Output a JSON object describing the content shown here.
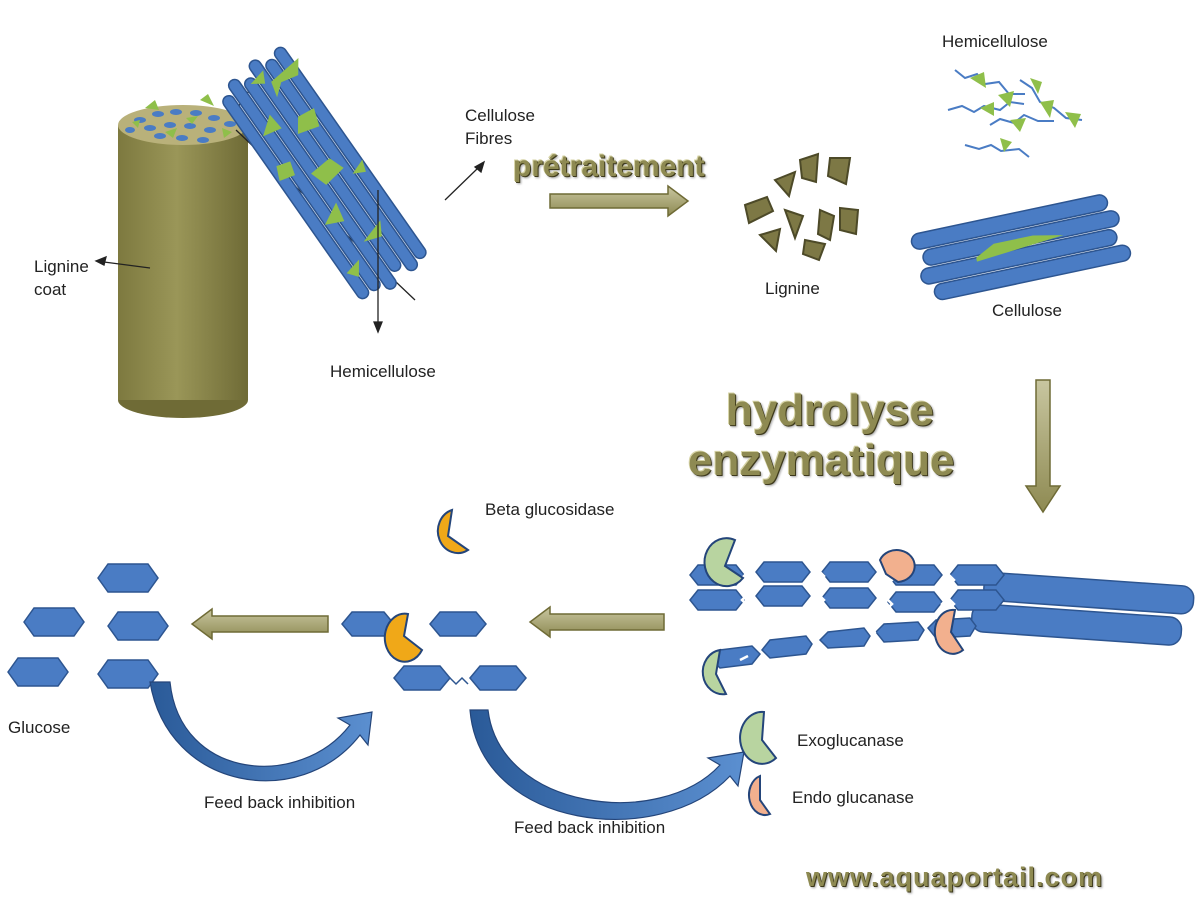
{
  "labels": {
    "lignine_coat_l1": "Lignine",
    "lignine_coat_l2": "coat",
    "cellulose_fibres_l1": "Cellulose",
    "cellulose_fibres_l2": "Fibres",
    "hemicellulose_bottom": "Hemicellulose",
    "hemicellulose_top": "Hemicellulose",
    "lignine": "Lignine",
    "cellulose": "Cellulose",
    "pretraitement": "prétraitement",
    "hydrolyse_l1": "hydrolyse",
    "hydrolyse_l2": "enzymatique",
    "beta_glucosidase": "Beta glucosidase",
    "glucose": "Glucose",
    "feedback_1": "Feed back inhibition",
    "feedback_2": "Feed back inhibition",
    "exoglucanase": "Exoglucanase",
    "endo_glucanase": "Endo glucanase",
    "website": "www.aquaportail.com"
  },
  "colors": {
    "cellulose_blue": "#4a7cc4",
    "cellulose_dark": "#2d5590",
    "lignin_olive": "#8e8a52",
    "lignin_dark": "#5e5a30",
    "hemicellulose_green": "#8fbf4a",
    "beta_glucosidase": "#f0a818",
    "exoglucanase": "#b8d4a0",
    "endo_glucanase": "#f2b08e",
    "arrow_olive": "#a8a57a",
    "curved_arrow": "#3a6fb5"
  }
}
